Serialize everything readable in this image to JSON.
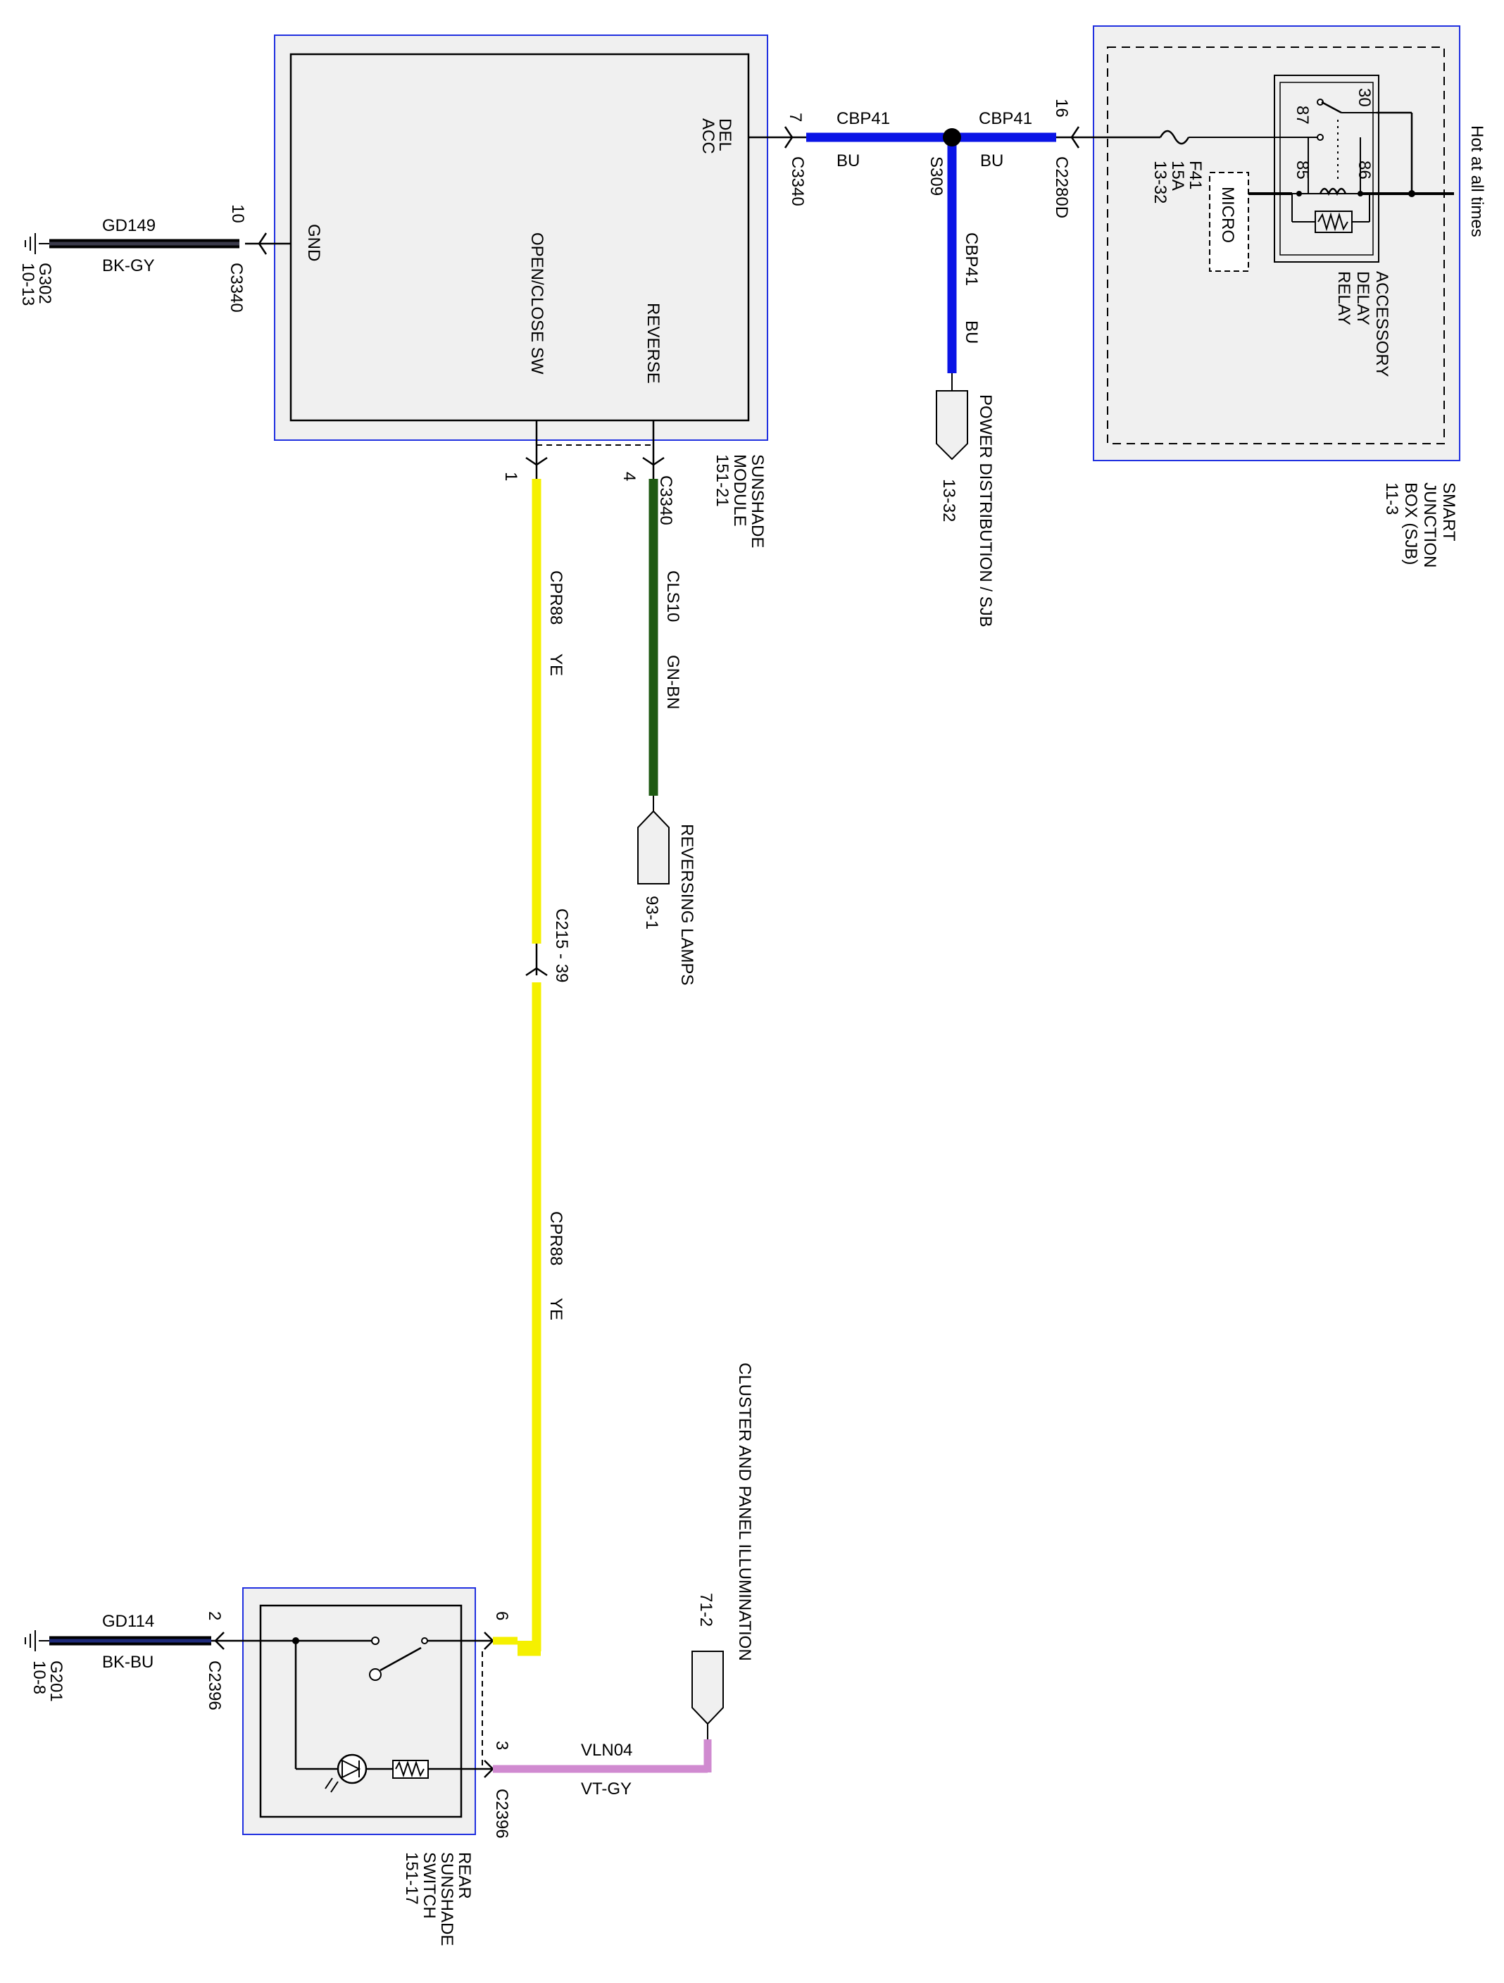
{
  "sjb": {
    "name": [
      "SMART",
      "JUNCTION",
      "BOX (SJB)",
      "11-3"
    ],
    "relay_name": [
      "ACCESSORY",
      "DELAY",
      "RELAY"
    ],
    "micro": "MICRO",
    "pin30": "30",
    "pin87": "87",
    "pin85": "85",
    "pin86": "86",
    "fuse": [
      "F41",
      "15A",
      "13-32"
    ],
    "hot": "Hot at all times",
    "connector": "C2280D",
    "pin": "16",
    "wire_circuit": "CBP41",
    "wire_color": "BU"
  },
  "splice": {
    "name": "S309",
    "down_circuit": "CBP41",
    "down_color": "BU",
    "left_circuit": "CBP41",
    "left_color": "BU"
  },
  "power_dist": {
    "label": "POWER DISTRIBUTION / SJB",
    "ref": "13-32"
  },
  "sunshade_module": {
    "name": [
      "SUNSHADE",
      "MODULE",
      "151-21"
    ],
    "del_acc": [
      "DEL",
      "ACC"
    ],
    "gnd": "GND",
    "open_close": "OPEN/CLOSE SW",
    "reverse": "REVERSE",
    "connector": "C3340",
    "pin_del": "7",
    "pin_gnd": "10",
    "pin_open": "1",
    "pin_rev": "4"
  },
  "ground_top": {
    "circuit": "GD149",
    "color": "BK-GY",
    "name": "G302",
    "ref": "10-13",
    "connector": "C3340"
  },
  "reverse_wire": {
    "circuit": "CLS10",
    "color": "GN-BN"
  },
  "reversing_lamps": {
    "label": "REVERSING LAMPS",
    "ref": "93-1"
  },
  "open_wire": {
    "circuit": "CPR88",
    "color": "YE",
    "inline": "C215 - 39"
  },
  "open_wire2": {
    "circuit": "CPR88",
    "color": "YE"
  },
  "cluster": {
    "label": "CLUSTER AND PANEL ILLUMINATION",
    "ref": "71-2"
  },
  "rear_switch": {
    "name": [
      "REAR",
      "SUNSHADE",
      "SWITCH",
      "151-17"
    ],
    "connector": "C2396",
    "pin6": "6",
    "pin2": "2",
    "pin3": "3",
    "illum_circuit": "VLN04",
    "illum_color": "VT-GY"
  },
  "ground_bottom": {
    "circuit": "GD114",
    "color": "BK-BU",
    "name": "G201",
    "ref": "10-8",
    "connector": "C2396"
  },
  "colors": {
    "blue": "#0a14e6",
    "yellow": "#f5f000",
    "green": "#1e5a12",
    "violet": "#d08ad0",
    "black": "#000000",
    "box_border": "#2030e0",
    "box_fill": "#f0f0f0"
  }
}
